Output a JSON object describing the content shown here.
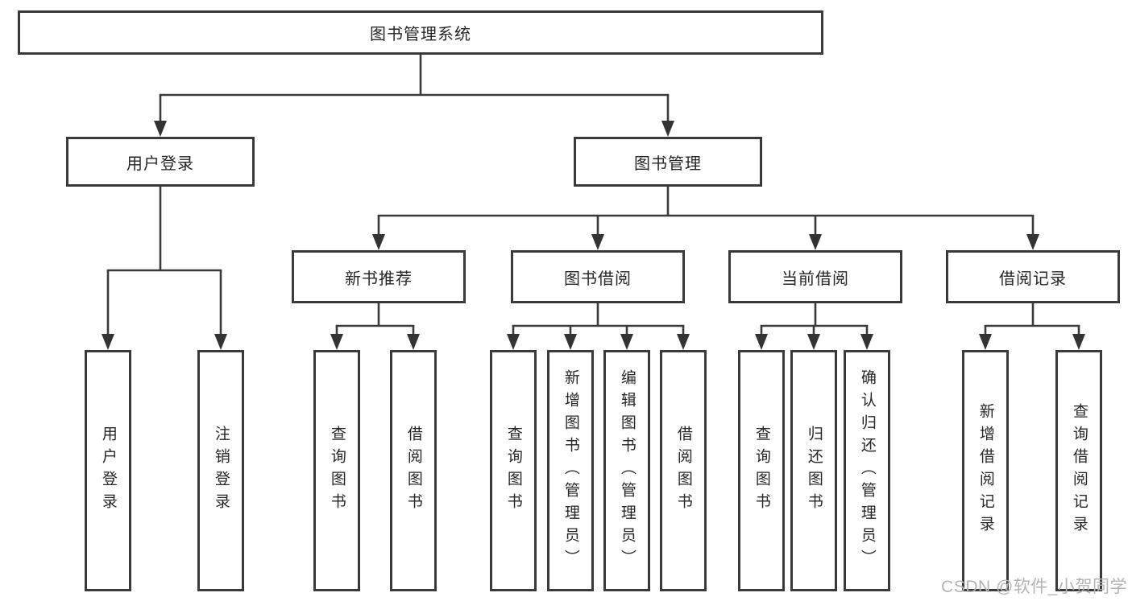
{
  "colors": {
    "line": "#3a3a3a",
    "arrow": "#333333",
    "text": "#262626",
    "watermark": "#b3b3b3",
    "background": "#ffffff"
  },
  "nodes": {
    "root": {
      "label": "图书管理系统"
    },
    "level2": [
      {
        "id": "user-login",
        "label": "用户登录"
      },
      {
        "id": "book-management",
        "label": "图书管理"
      }
    ],
    "level3": [
      {
        "id": "new-book-recommend",
        "parent": "book-management",
        "label": "新书推荐"
      },
      {
        "id": "book-borrow",
        "parent": "book-management",
        "label": "图书借阅"
      },
      {
        "id": "current-borrow",
        "parent": "book-management",
        "label": "当前借阅"
      },
      {
        "id": "borrow-records",
        "parent": "book-management",
        "label": "借阅记录"
      }
    ],
    "leaves": [
      {
        "parent": "user-login",
        "label": "用户登录"
      },
      {
        "parent": "user-login",
        "label": "注销登录"
      },
      {
        "parent": "new-book-recommend",
        "label": "查询图书"
      },
      {
        "parent": "new-book-recommend",
        "label": "借阅图书"
      },
      {
        "parent": "book-borrow",
        "label": "查询图书"
      },
      {
        "parent": "book-borrow",
        "label": "新增图书（管理员）"
      },
      {
        "parent": "book-borrow",
        "label": "编辑图书（管理员）"
      },
      {
        "parent": "book-borrow",
        "label": "借阅图书"
      },
      {
        "parent": "current-borrow",
        "label": "查询图书"
      },
      {
        "parent": "current-borrow",
        "label": "归还图书"
      },
      {
        "parent": "current-borrow",
        "label": "确认归还（管理员）"
      },
      {
        "parent": "borrow-records",
        "label": "新增借阅记录"
      },
      {
        "parent": "borrow-records",
        "label": "查询借阅记录"
      }
    ]
  },
  "watermark": {
    "text": "CSDN @软件_小贺同学"
  }
}
